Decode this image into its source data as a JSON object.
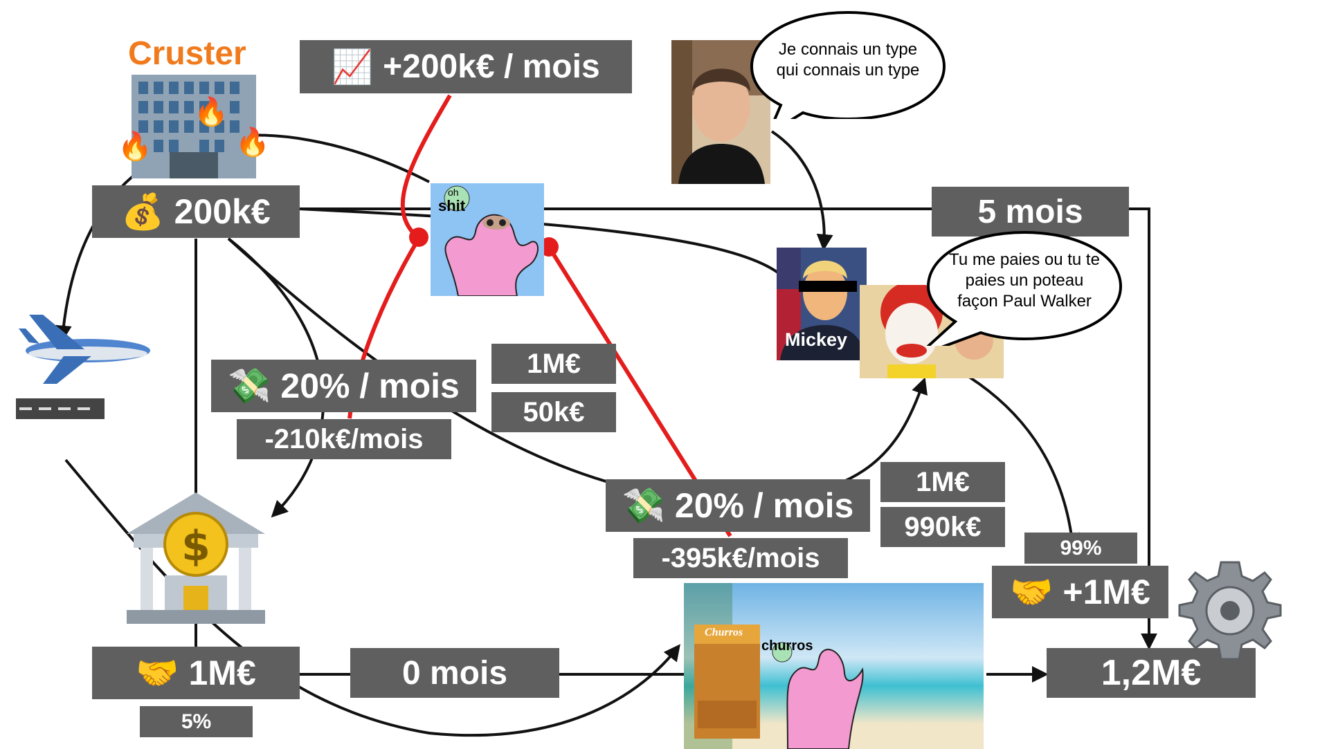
{
  "brand": {
    "cruster": "Cruster",
    "brand_color": "#f07a1c"
  },
  "colors": {
    "box_bg": "#5f5f5f",
    "box_text": "#ffffff",
    "red_line": "#e41c1c",
    "arrow": "#111111",
    "page_bg": "#ffffff"
  },
  "boxes": {
    "revenue": {
      "icon": "📈",
      "text": "+200k€ / mois"
    },
    "capital": {
      "icon": "💰",
      "text": "200k€"
    },
    "rate_left": {
      "icon": "💸",
      "text": "20% / mois"
    },
    "burn_left": {
      "text": "-210k€/mois"
    },
    "mid_1m": {
      "text": "1M€"
    },
    "mid_50k": {
      "text": "50k€"
    },
    "rate_mid": {
      "icon": "💸",
      "text": "20% / mois"
    },
    "burn_mid": {
      "text": "-395k€/mois"
    },
    "right_1m": {
      "text": "1M€"
    },
    "right_990k": {
      "text": "990k€"
    },
    "five_months": {
      "text": "5 mois"
    },
    "loan": {
      "icon": "🤝",
      "text": "1M€"
    },
    "loan_pct": {
      "text": "5%"
    },
    "zero_months": {
      "text": "0 mois"
    },
    "pct_99": {
      "text": "99%"
    },
    "deal_plus": {
      "icon": "🤝",
      "text": "+1M€"
    },
    "total": {
      "text": "1,2M€"
    }
  },
  "bubbles": {
    "musk": "Je connais un type qui connais un type",
    "clown": "Tu me paies ou tu te paies un poteau façon Paul Walker"
  },
  "labels": {
    "mickey": "Mickey",
    "blob_top": "shit",
    "blob_beach": "churros",
    "blob_small": "oh",
    "churros_sign": "Churros"
  },
  "icons": {
    "building": "office-building-icon",
    "fire": "fire-icon",
    "plane": "airplane-icon",
    "runway": "runway-icon",
    "bank": "bank-icon",
    "gear": "gear-icon"
  }
}
